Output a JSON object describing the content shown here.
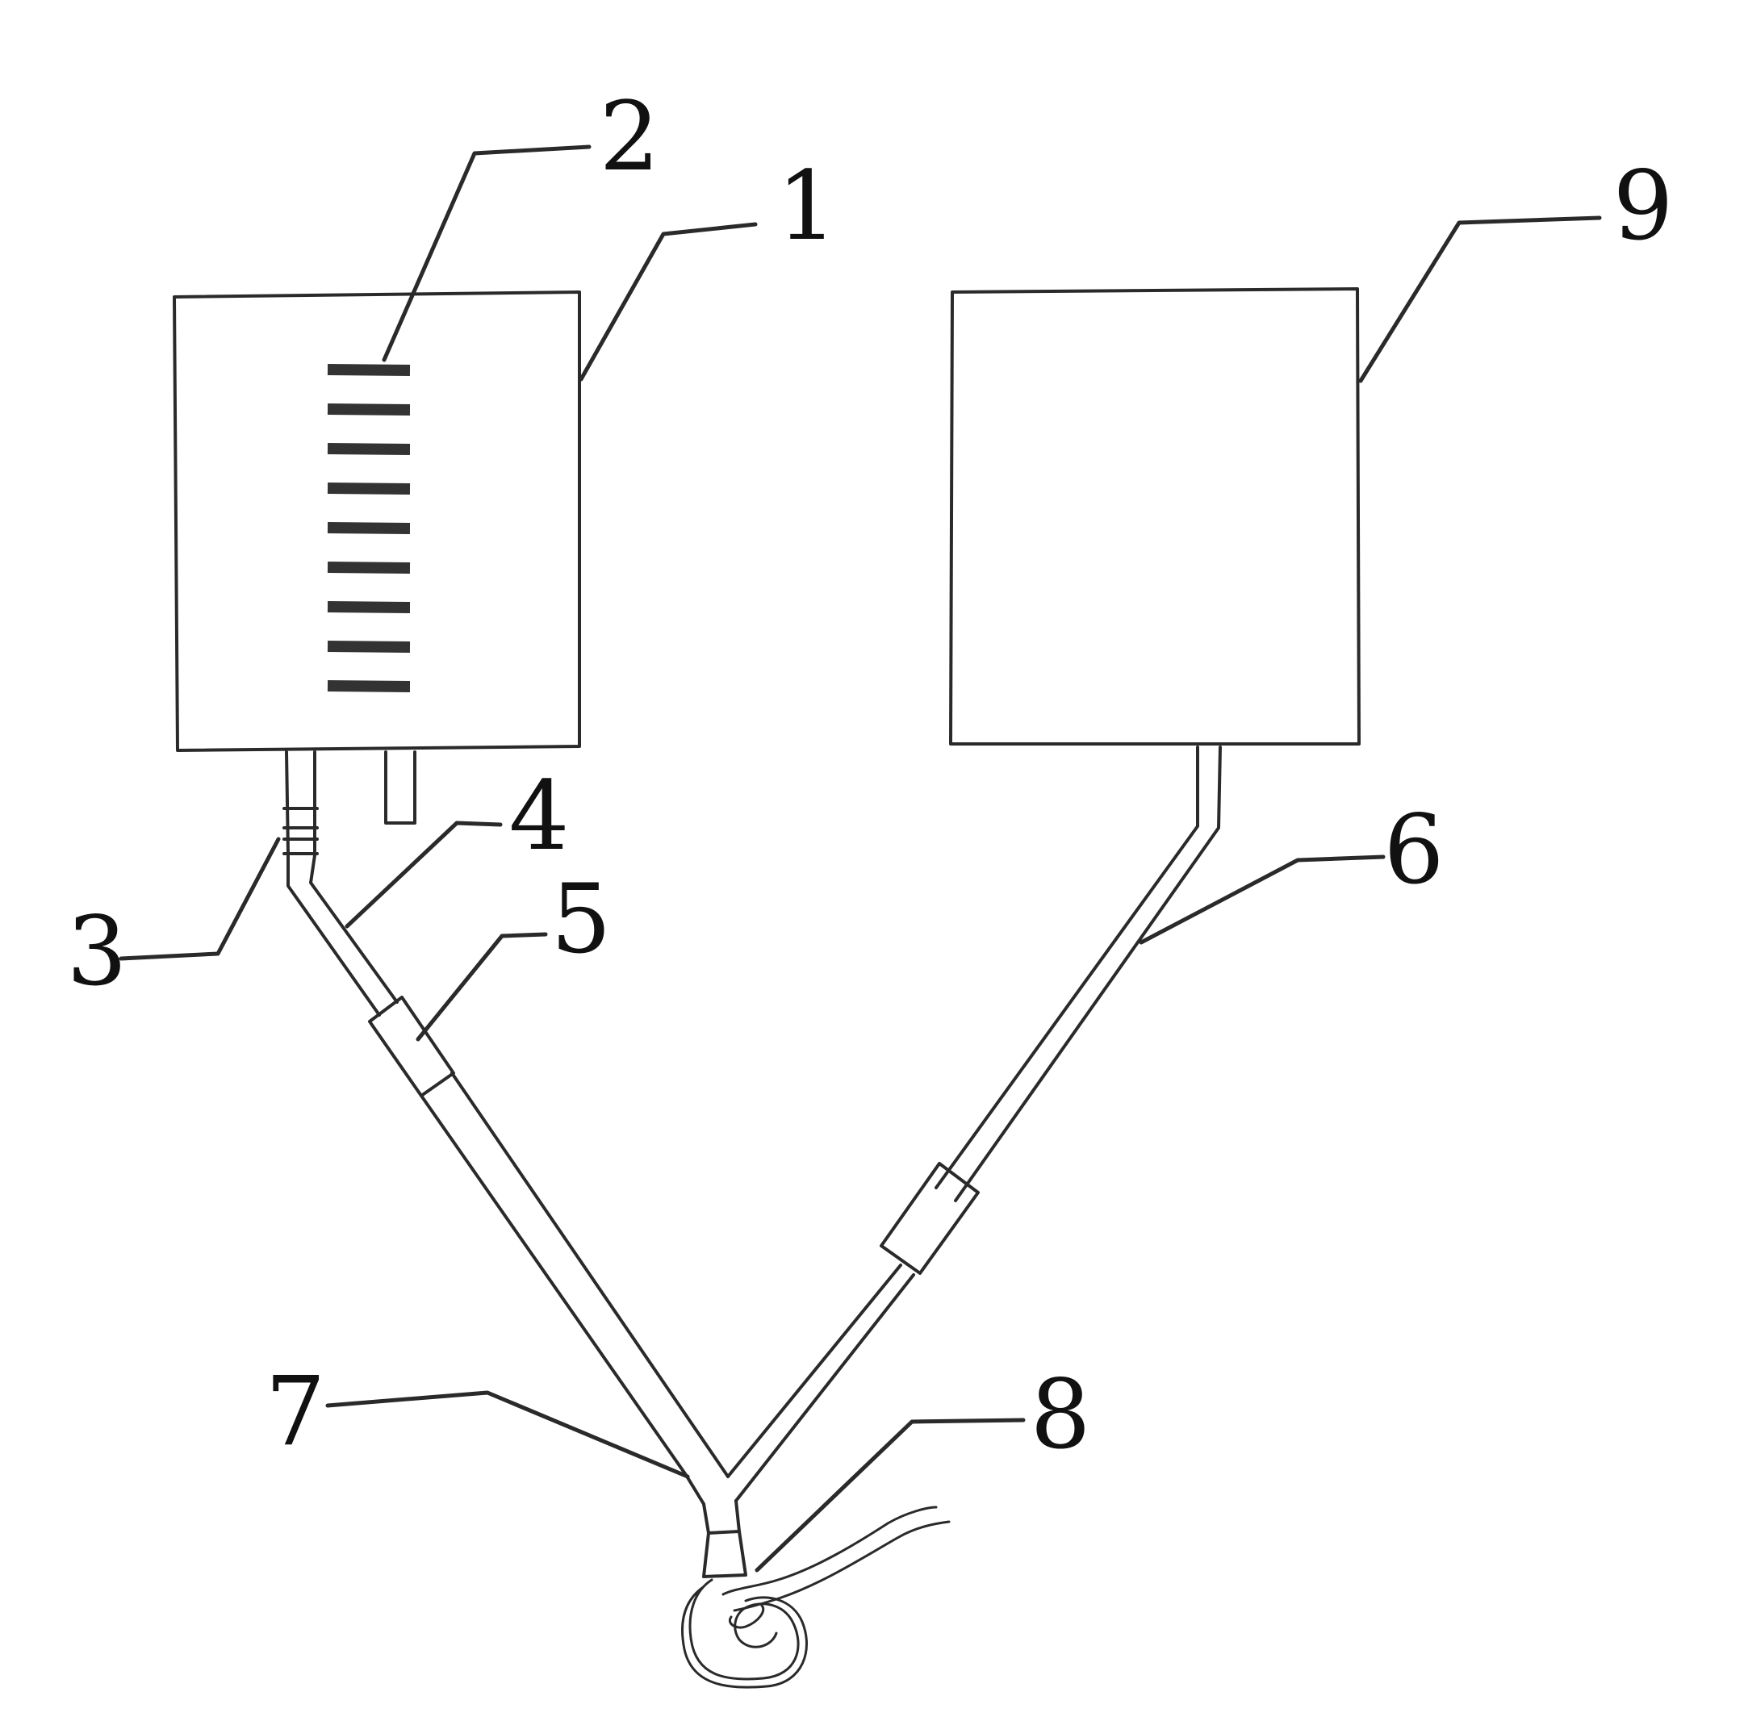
{
  "diagram": {
    "callouts": [
      {
        "id": "1",
        "label": "1"
      },
      {
        "id": "2",
        "label": "2"
      },
      {
        "id": "3",
        "label": "3"
      },
      {
        "id": "4",
        "label": "4"
      },
      {
        "id": "5",
        "label": "5"
      },
      {
        "id": "6",
        "label": "6"
      },
      {
        "id": "7",
        "label": "7"
      },
      {
        "id": "8",
        "label": "8"
      },
      {
        "id": "9",
        "label": "9"
      }
    ],
    "scale_tick_count": 9,
    "colors": {
      "line": "#2a2a2a",
      "background": "#ffffff"
    }
  }
}
